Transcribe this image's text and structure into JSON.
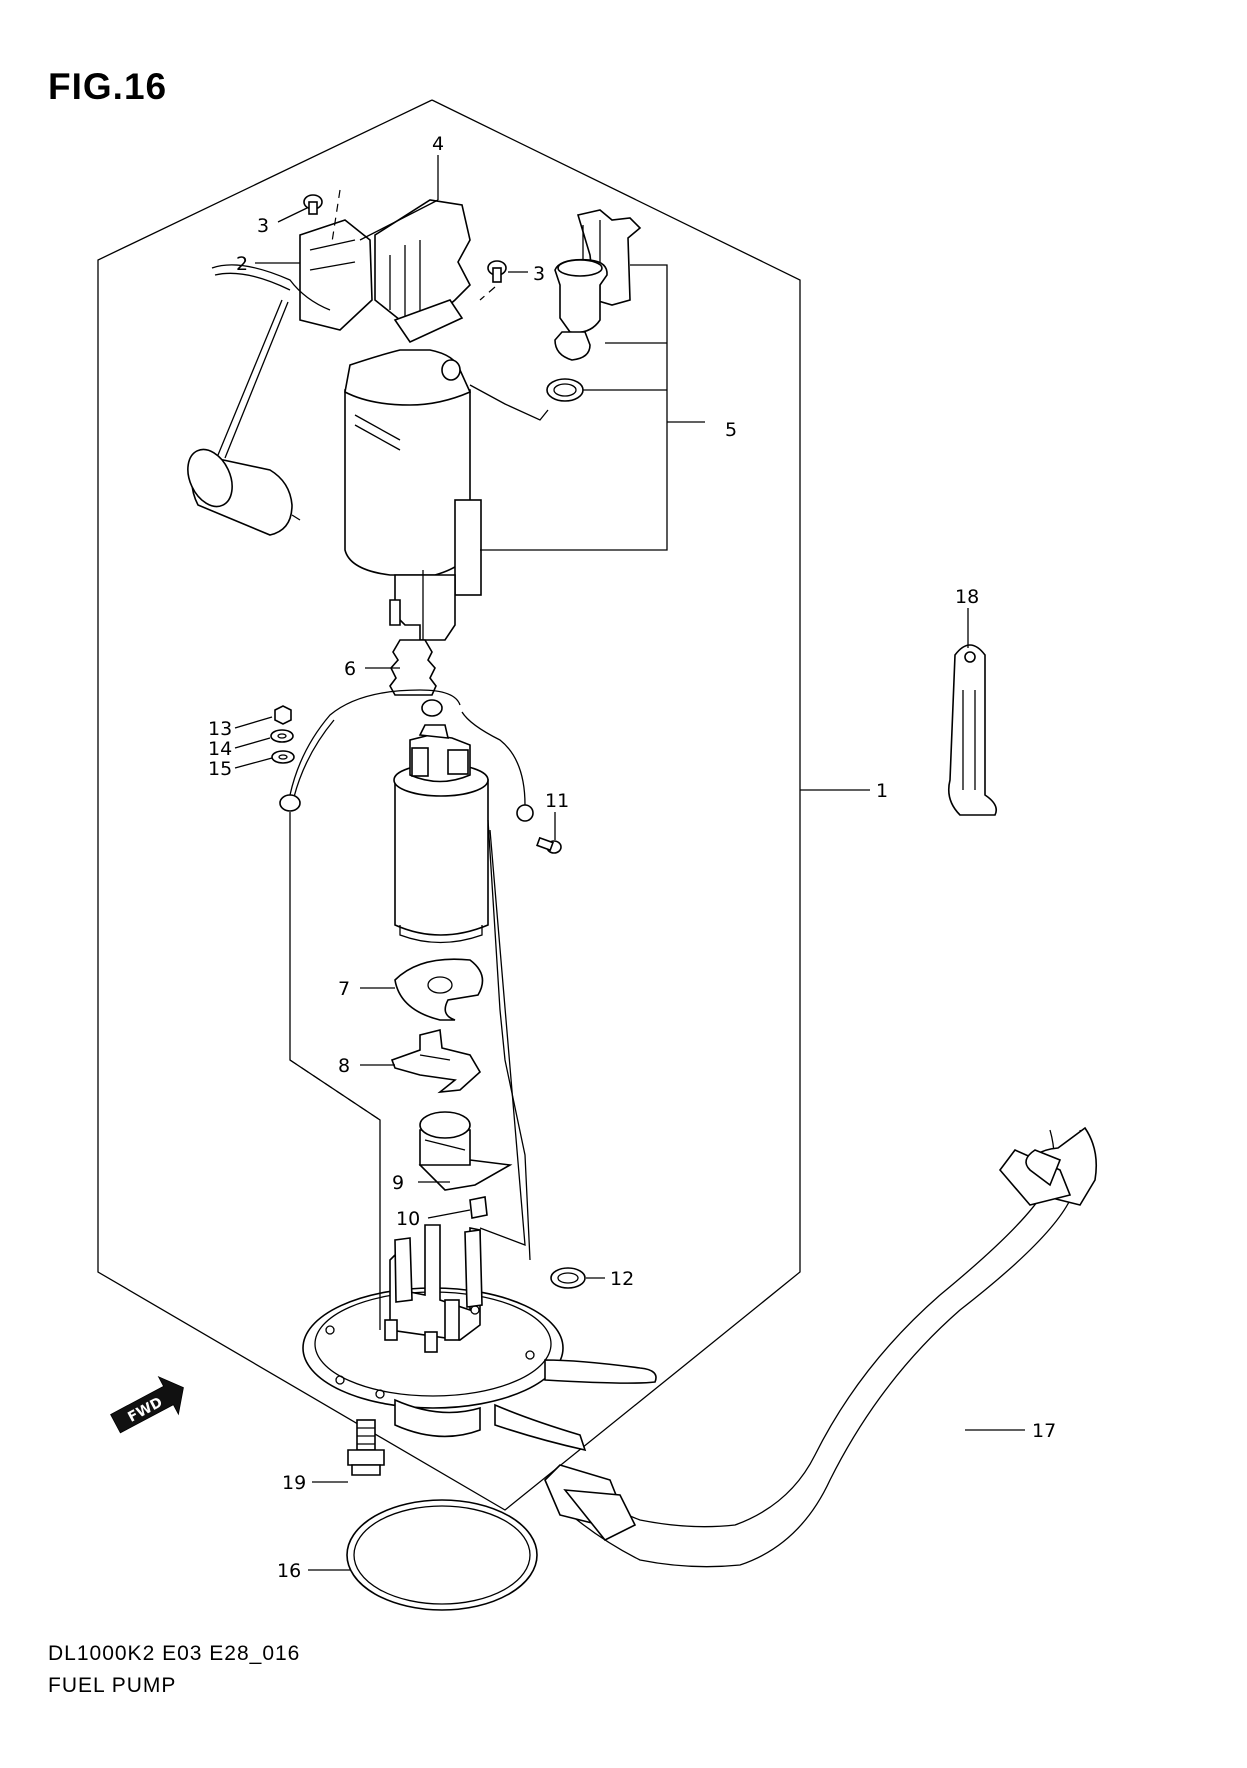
{
  "figure": {
    "title": "FIG.16"
  },
  "footer": {
    "code": "DL1000K2 E03 E28_016",
    "name": "FUEL PUMP"
  },
  "fwd_badge": "FWD",
  "callouts": [
    {
      "id": "c4",
      "label": "4"
    },
    {
      "id": "c3a",
      "label": "3"
    },
    {
      "id": "c2",
      "label": "2"
    },
    {
      "id": "c3b",
      "label": "3"
    },
    {
      "id": "c5",
      "label": "5"
    },
    {
      "id": "c18",
      "label": "18"
    },
    {
      "id": "c6",
      "label": "6"
    },
    {
      "id": "c13",
      "label": "13"
    },
    {
      "id": "c14",
      "label": "14"
    },
    {
      "id": "c15",
      "label": "15"
    },
    {
      "id": "c11",
      "label": "11"
    },
    {
      "id": "c1",
      "label": "1"
    },
    {
      "id": "c7",
      "label": "7"
    },
    {
      "id": "c8",
      "label": "8"
    },
    {
      "id": "c9",
      "label": "9"
    },
    {
      "id": "c10",
      "label": "10"
    },
    {
      "id": "c12",
      "label": "12"
    },
    {
      "id": "c17",
      "label": "17"
    },
    {
      "id": "c19",
      "label": "19"
    },
    {
      "id": "c16",
      "label": "16"
    }
  ]
}
